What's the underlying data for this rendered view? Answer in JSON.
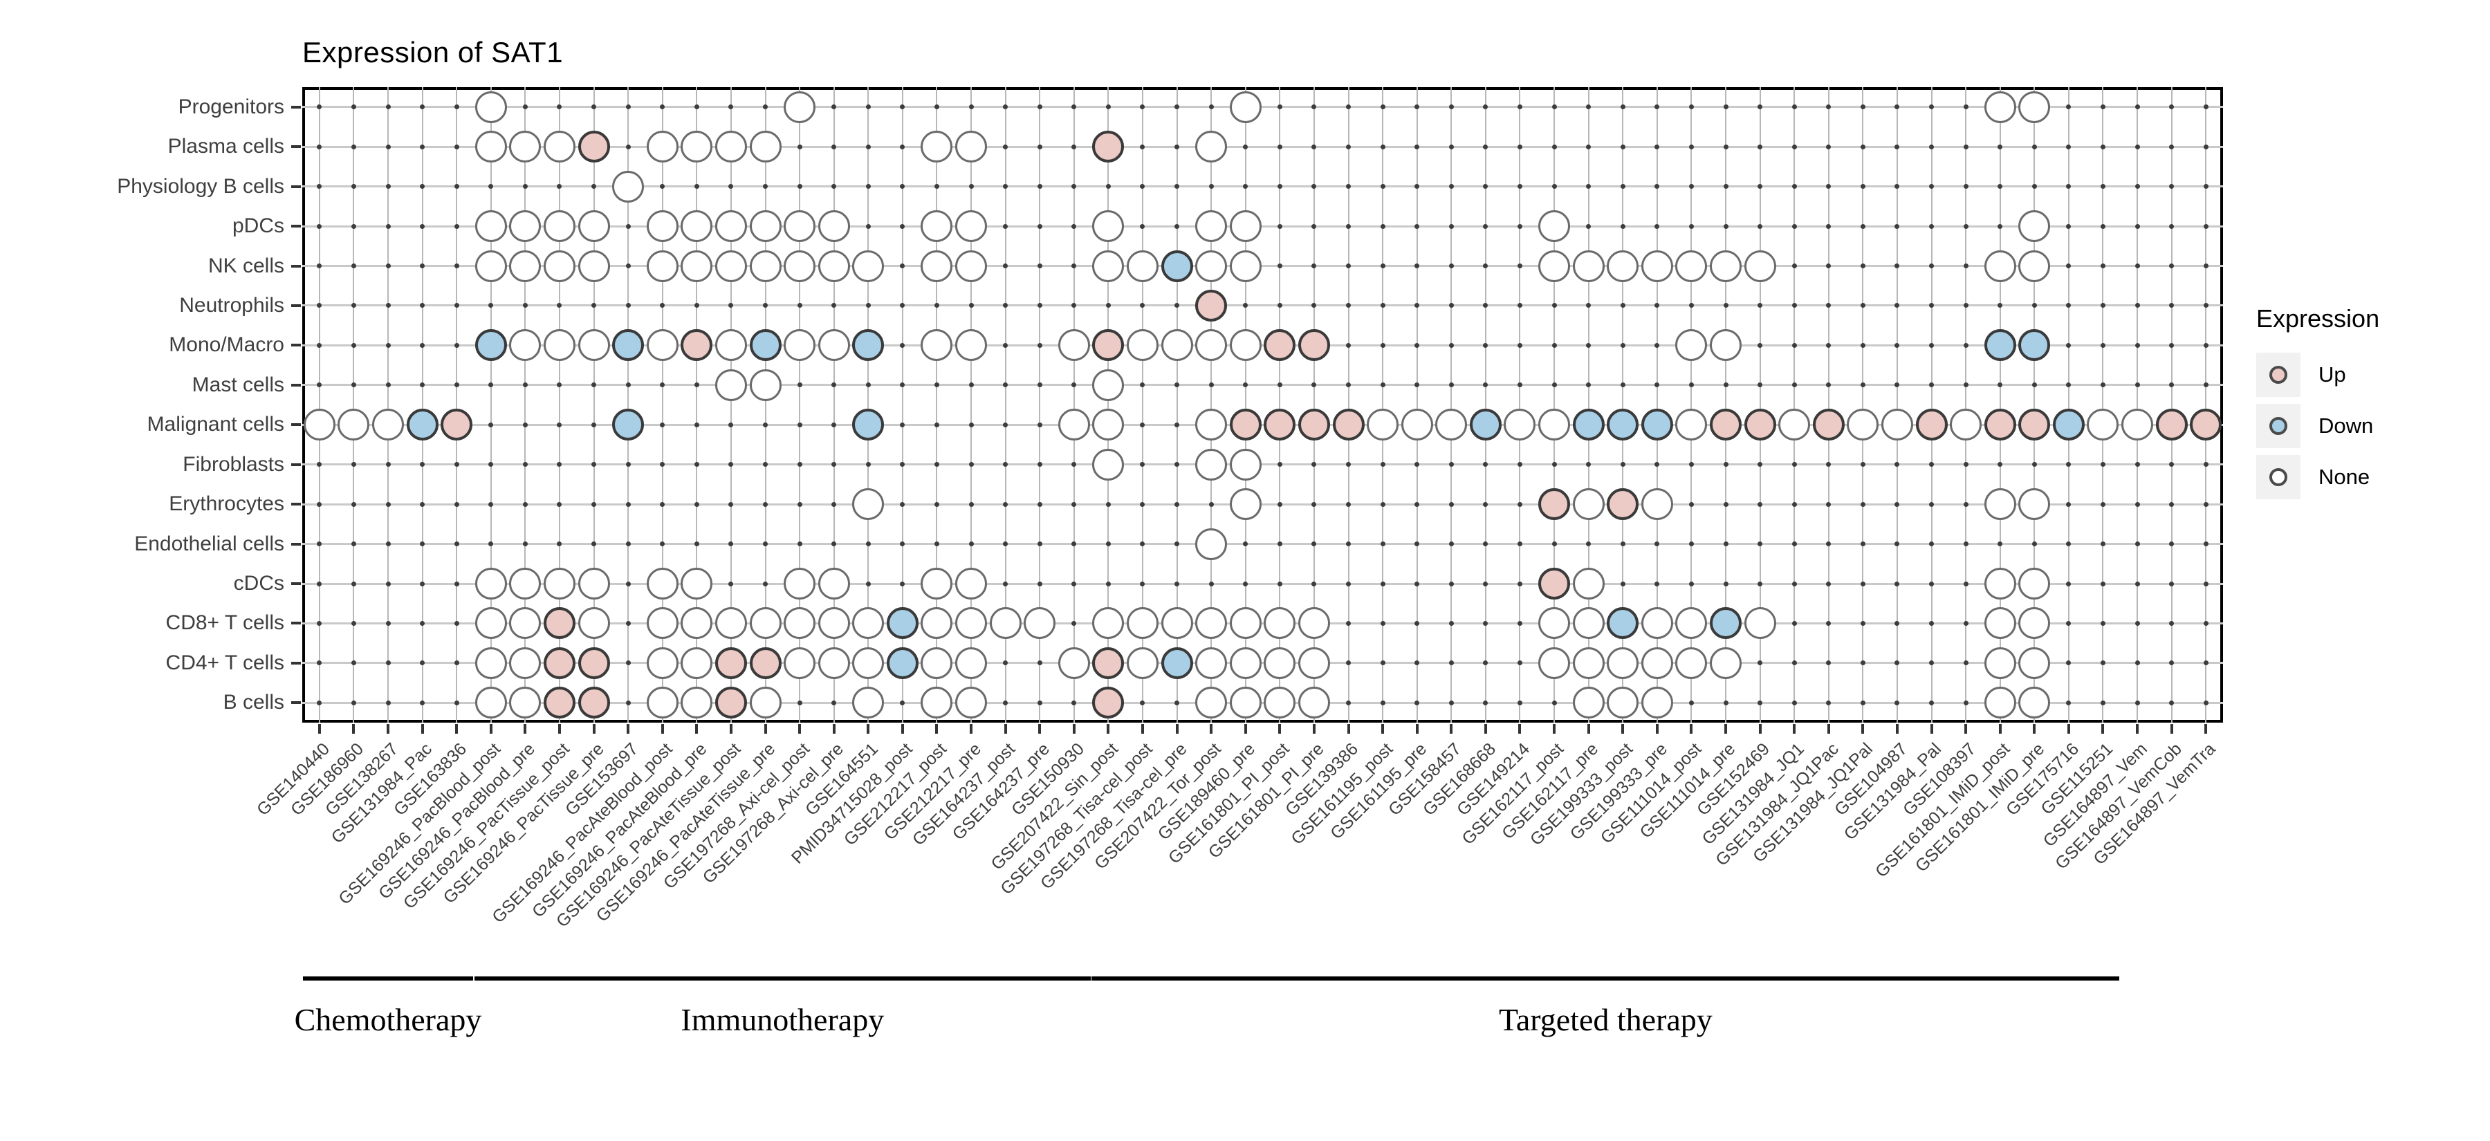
{
  "title": "Expression of SAT1",
  "legend": {
    "title": "Expression",
    "items": [
      {
        "label": "Up",
        "state": "U"
      },
      {
        "label": "Down",
        "state": "D"
      },
      {
        "label": "None",
        "state": "N"
      }
    ]
  },
  "colors": {
    "up": "#eccac5",
    "down": "#a9cfe7",
    "none": "#ffffff",
    "colored_stroke": "#3a3a3a",
    "none_stroke": "#6b6b6b"
  },
  "therapy_groups": [
    {
      "label": "Chemotherapy",
      "from_col": 1,
      "to_col": 5
    },
    {
      "label": "Immunotherapy",
      "from_col": 6,
      "to_col": 23
    },
    {
      "label": "Targeted therapy",
      "from_col": 24,
      "to_col": 53
    }
  ],
  "chart_data": {
    "type": "heatmap",
    "title": "Expression of SAT1",
    "value_domain": [
      "Up",
      "Down",
      "None"
    ],
    "rows": [
      "Progenitors",
      "Plasma cells",
      "Physiology B cells",
      "pDCs",
      "NK cells",
      "Neutrophils",
      "Mono/Macro",
      "Mast cells",
      "Malignant cells",
      "Fibroblasts",
      "Erythrocytes",
      "Endothelial cells",
      "cDCs",
      "CD8+ T cells",
      "CD4+ T cells",
      "B cells"
    ],
    "columns": [
      "GSE140440",
      "GSE186960",
      "GSE138267",
      "GSE131984_Pac",
      "GSE163836",
      "GSE169246_PacBlood_post",
      "GSE169246_PacBlood_pre",
      "GSE169246_PacTissue_post",
      "GSE169246_PacTissue_pre",
      "GSE153697",
      "GSE169246_PacAteBlood_post",
      "GSE169246_PacAteBlood_pre",
      "GSE169246_PacAteTissue_post",
      "GSE169246_PacAteTissue_pre",
      "GSE197268_Axi-cel_post",
      "GSE197268_Axi-cel_pre",
      "GSE164551",
      "PMID34715028_post",
      "GSE212217_post",
      "GSE212217_pre",
      "GSE164237_post",
      "GSE164237_pre",
      "GSE150930",
      "GSE207422_Sin_post",
      "GSE197268_Tisa-cel_post",
      "GSE197268_Tisa-cel_pre",
      "GSE207422_Tor_post",
      "GSE189460_pre",
      "GSE161801_PI_post",
      "GSE161801_PI_pre",
      "GSE139386",
      "GSE161195_post",
      "GSE161195_pre",
      "GSE158457",
      "GSE168668",
      "GSE149214",
      "GSE162117_post",
      "GSE162117_pre",
      "GSE199333_post",
      "GSE199333_pre",
      "GSE111014_post",
      "GSE111014_pre",
      "GSE152469",
      "GSE131984_JQ1",
      "GSE131984_JQ1Pac",
      "GSE131984_JQ1Pal",
      "GSE104987",
      "GSE131984_Pal",
      "GSE108397",
      "GSE161801_IMiD_post",
      "GSE161801_IMiD_pre",
      "GSE175716",
      "GSE115251",
      "GSE164897_Vem",
      "GSE164897_VemCob",
      "GSE164897_VemTra"
    ],
    "points": [
      [
        0,
        5,
        "N"
      ],
      [
        0,
        14,
        "N"
      ],
      [
        0,
        27,
        "N"
      ],
      [
        0,
        49,
        "N"
      ],
      [
        0,
        50,
        "N"
      ],
      [
        1,
        5,
        "N"
      ],
      [
        1,
        6,
        "N"
      ],
      [
        1,
        7,
        "N"
      ],
      [
        1,
        8,
        "U"
      ],
      [
        1,
        10,
        "N"
      ],
      [
        1,
        11,
        "N"
      ],
      [
        1,
        12,
        "N"
      ],
      [
        1,
        13,
        "N"
      ],
      [
        1,
        18,
        "N"
      ],
      [
        1,
        19,
        "N"
      ],
      [
        1,
        23,
        "U"
      ],
      [
        1,
        26,
        "N"
      ],
      [
        2,
        9,
        "N"
      ],
      [
        3,
        5,
        "N"
      ],
      [
        3,
        6,
        "N"
      ],
      [
        3,
        7,
        "N"
      ],
      [
        3,
        8,
        "N"
      ],
      [
        3,
        10,
        "N"
      ],
      [
        3,
        11,
        "N"
      ],
      [
        3,
        12,
        "N"
      ],
      [
        3,
        13,
        "N"
      ],
      [
        3,
        14,
        "N"
      ],
      [
        3,
        15,
        "N"
      ],
      [
        3,
        18,
        "N"
      ],
      [
        3,
        19,
        "N"
      ],
      [
        3,
        23,
        "N"
      ],
      [
        3,
        26,
        "N"
      ],
      [
        3,
        27,
        "N"
      ],
      [
        3,
        36,
        "N"
      ],
      [
        3,
        50,
        "N"
      ],
      [
        4,
        5,
        "N"
      ],
      [
        4,
        6,
        "N"
      ],
      [
        4,
        7,
        "N"
      ],
      [
        4,
        8,
        "N"
      ],
      [
        4,
        10,
        "N"
      ],
      [
        4,
        11,
        "N"
      ],
      [
        4,
        12,
        "N"
      ],
      [
        4,
        13,
        "N"
      ],
      [
        4,
        14,
        "N"
      ],
      [
        4,
        15,
        "N"
      ],
      [
        4,
        16,
        "N"
      ],
      [
        4,
        18,
        "N"
      ],
      [
        4,
        19,
        "N"
      ],
      [
        4,
        23,
        "N"
      ],
      [
        4,
        24,
        "N"
      ],
      [
        4,
        25,
        "D"
      ],
      [
        4,
        26,
        "N"
      ],
      [
        4,
        27,
        "N"
      ],
      [
        4,
        36,
        "N"
      ],
      [
        4,
        37,
        "N"
      ],
      [
        4,
        38,
        "N"
      ],
      [
        4,
        39,
        "N"
      ],
      [
        4,
        40,
        "N"
      ],
      [
        4,
        41,
        "N"
      ],
      [
        4,
        42,
        "N"
      ],
      [
        4,
        49,
        "N"
      ],
      [
        4,
        50,
        "N"
      ],
      [
        5,
        26,
        "U"
      ],
      [
        6,
        5,
        "D"
      ],
      [
        6,
        6,
        "N"
      ],
      [
        6,
        7,
        "N"
      ],
      [
        6,
        8,
        "N"
      ],
      [
        6,
        9,
        "D"
      ],
      [
        6,
        10,
        "N"
      ],
      [
        6,
        11,
        "U"
      ],
      [
        6,
        12,
        "N"
      ],
      [
        6,
        13,
        "D"
      ],
      [
        6,
        14,
        "N"
      ],
      [
        6,
        15,
        "N"
      ],
      [
        6,
        16,
        "D"
      ],
      [
        6,
        18,
        "N"
      ],
      [
        6,
        19,
        "N"
      ],
      [
        6,
        22,
        "N"
      ],
      [
        6,
        23,
        "U"
      ],
      [
        6,
        24,
        "N"
      ],
      [
        6,
        25,
        "N"
      ],
      [
        6,
        26,
        "N"
      ],
      [
        6,
        27,
        "N"
      ],
      [
        6,
        28,
        "U"
      ],
      [
        6,
        29,
        "U"
      ],
      [
        6,
        40,
        "N"
      ],
      [
        6,
        41,
        "N"
      ],
      [
        6,
        49,
        "D"
      ],
      [
        6,
        50,
        "D"
      ],
      [
        7,
        12,
        "N"
      ],
      [
        7,
        13,
        "N"
      ],
      [
        7,
        23,
        "N"
      ],
      [
        8,
        0,
        "N"
      ],
      [
        8,
        1,
        "N"
      ],
      [
        8,
        2,
        "N"
      ],
      [
        8,
        3,
        "D"
      ],
      [
        8,
        4,
        "U"
      ],
      [
        8,
        9,
        "D"
      ],
      [
        8,
        16,
        "D"
      ],
      [
        8,
        22,
        "N"
      ],
      [
        8,
        23,
        "N"
      ],
      [
        8,
        26,
        "N"
      ],
      [
        8,
        27,
        "U"
      ],
      [
        8,
        28,
        "U"
      ],
      [
        8,
        29,
        "U"
      ],
      [
        8,
        30,
        "U"
      ],
      [
        8,
        31,
        "N"
      ],
      [
        8,
        32,
        "N"
      ],
      [
        8,
        33,
        "N"
      ],
      [
        8,
        34,
        "D"
      ],
      [
        8,
        35,
        "N"
      ],
      [
        8,
        36,
        "N"
      ],
      [
        8,
        37,
        "D"
      ],
      [
        8,
        38,
        "D"
      ],
      [
        8,
        39,
        "D"
      ],
      [
        8,
        40,
        "N"
      ],
      [
        8,
        41,
        "U"
      ],
      [
        8,
        42,
        "U"
      ],
      [
        8,
        43,
        "N"
      ],
      [
        8,
        44,
        "U"
      ],
      [
        8,
        45,
        "N"
      ],
      [
        8,
        46,
        "N"
      ],
      [
        8,
        47,
        "U"
      ],
      [
        8,
        48,
        "N"
      ],
      [
        8,
        49,
        "U"
      ],
      [
        8,
        50,
        "U"
      ],
      [
        8,
        51,
        "D"
      ],
      [
        8,
        52,
        "N"
      ],
      [
        8,
        53,
        "N"
      ],
      [
        8,
        54,
        "U"
      ],
      [
        8,
        55,
        "U"
      ],
      [
        9,
        23,
        "N"
      ],
      [
        9,
        26,
        "N"
      ],
      [
        9,
        27,
        "N"
      ],
      [
        10,
        16,
        "N"
      ],
      [
        10,
        27,
        "N"
      ],
      [
        10,
        36,
        "U"
      ],
      [
        10,
        37,
        "N"
      ],
      [
        10,
        38,
        "U"
      ],
      [
        10,
        39,
        "N"
      ],
      [
        10,
        49,
        "N"
      ],
      [
        10,
        50,
        "N"
      ],
      [
        11,
        26,
        "N"
      ],
      [
        12,
        5,
        "N"
      ],
      [
        12,
        6,
        "N"
      ],
      [
        12,
        7,
        "N"
      ],
      [
        12,
        8,
        "N"
      ],
      [
        12,
        10,
        "N"
      ],
      [
        12,
        11,
        "N"
      ],
      [
        12,
        14,
        "N"
      ],
      [
        12,
        15,
        "N"
      ],
      [
        12,
        18,
        "N"
      ],
      [
        12,
        19,
        "N"
      ],
      [
        12,
        36,
        "U"
      ],
      [
        12,
        37,
        "N"
      ],
      [
        12,
        49,
        "N"
      ],
      [
        12,
        50,
        "N"
      ],
      [
        13,
        5,
        "N"
      ],
      [
        13,
        6,
        "N"
      ],
      [
        13,
        7,
        "U"
      ],
      [
        13,
        8,
        "N"
      ],
      [
        13,
        10,
        "N"
      ],
      [
        13,
        11,
        "N"
      ],
      [
        13,
        12,
        "N"
      ],
      [
        13,
        13,
        "N"
      ],
      [
        13,
        14,
        "N"
      ],
      [
        13,
        15,
        "N"
      ],
      [
        13,
        16,
        "N"
      ],
      [
        13,
        17,
        "D"
      ],
      [
        13,
        18,
        "N"
      ],
      [
        13,
        19,
        "N"
      ],
      [
        13,
        20,
        "N"
      ],
      [
        13,
        21,
        "N"
      ],
      [
        13,
        23,
        "N"
      ],
      [
        13,
        24,
        "N"
      ],
      [
        13,
        25,
        "N"
      ],
      [
        13,
        26,
        "N"
      ],
      [
        13,
        27,
        "N"
      ],
      [
        13,
        28,
        "N"
      ],
      [
        13,
        29,
        "N"
      ],
      [
        13,
        36,
        "N"
      ],
      [
        13,
        37,
        "N"
      ],
      [
        13,
        38,
        "D"
      ],
      [
        13,
        39,
        "N"
      ],
      [
        13,
        40,
        "N"
      ],
      [
        13,
        41,
        "D"
      ],
      [
        13,
        42,
        "N"
      ],
      [
        13,
        49,
        "N"
      ],
      [
        13,
        50,
        "N"
      ],
      [
        14,
        5,
        "N"
      ],
      [
        14,
        6,
        "N"
      ],
      [
        14,
        7,
        "U"
      ],
      [
        14,
        8,
        "U"
      ],
      [
        14,
        10,
        "N"
      ],
      [
        14,
        11,
        "N"
      ],
      [
        14,
        12,
        "U"
      ],
      [
        14,
        13,
        "U"
      ],
      [
        14,
        14,
        "N"
      ],
      [
        14,
        15,
        "N"
      ],
      [
        14,
        16,
        "N"
      ],
      [
        14,
        17,
        "D"
      ],
      [
        14,
        18,
        "N"
      ],
      [
        14,
        19,
        "N"
      ],
      [
        14,
        22,
        "N"
      ],
      [
        14,
        23,
        "U"
      ],
      [
        14,
        24,
        "N"
      ],
      [
        14,
        25,
        "D"
      ],
      [
        14,
        26,
        "N"
      ],
      [
        14,
        27,
        "N"
      ],
      [
        14,
        28,
        "N"
      ],
      [
        14,
        29,
        "N"
      ],
      [
        14,
        36,
        "N"
      ],
      [
        14,
        37,
        "N"
      ],
      [
        14,
        38,
        "N"
      ],
      [
        14,
        39,
        "N"
      ],
      [
        14,
        40,
        "N"
      ],
      [
        14,
        41,
        "N"
      ],
      [
        14,
        49,
        "N"
      ],
      [
        14,
        50,
        "N"
      ],
      [
        15,
        5,
        "N"
      ],
      [
        15,
        6,
        "N"
      ],
      [
        15,
        7,
        "U"
      ],
      [
        15,
        8,
        "U"
      ],
      [
        15,
        10,
        "N"
      ],
      [
        15,
        11,
        "N"
      ],
      [
        15,
        12,
        "U"
      ],
      [
        15,
        13,
        "N"
      ],
      [
        15,
        16,
        "N"
      ],
      [
        15,
        18,
        "N"
      ],
      [
        15,
        19,
        "N"
      ],
      [
        15,
        23,
        "U"
      ],
      [
        15,
        26,
        "N"
      ],
      [
        15,
        27,
        "N"
      ],
      [
        15,
        28,
        "N"
      ],
      [
        15,
        29,
        "N"
      ],
      [
        15,
        37,
        "N"
      ],
      [
        15,
        38,
        "N"
      ],
      [
        15,
        39,
        "N"
      ],
      [
        15,
        49,
        "N"
      ],
      [
        15,
        50,
        "N"
      ]
    ]
  }
}
